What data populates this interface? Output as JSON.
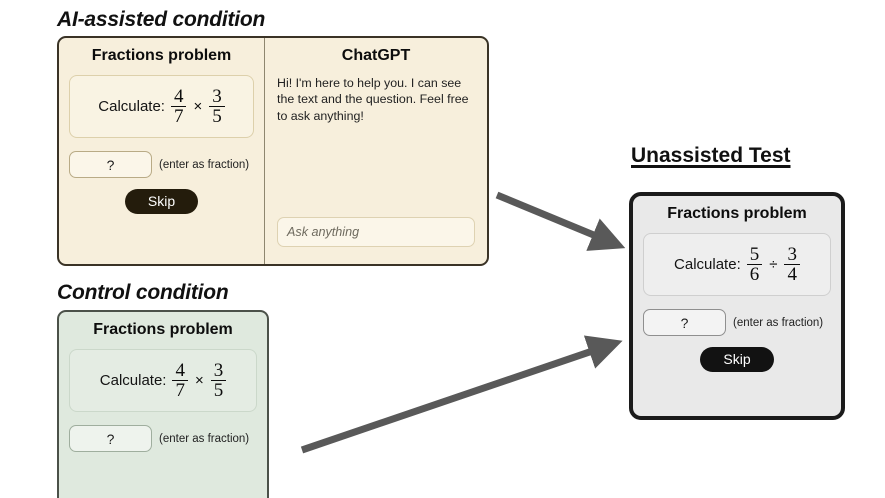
{
  "sections": {
    "ai_assisted": {
      "title": "AI-assisted condition",
      "problem_panel": {
        "heading": "Fractions problem",
        "calculate_label": "Calculate:",
        "fraction_a": {
          "numerator": "4",
          "denominator": "7"
        },
        "operator": "×",
        "fraction_b": {
          "numerator": "3",
          "denominator": "5"
        },
        "answer_value": "?",
        "answer_hint": "(enter as fraction)",
        "skip_label": "Skip"
      },
      "chat_panel": {
        "heading": "ChatGPT",
        "message": "Hi! I'm here to help you. I can see the text and the question. Feel free to ask anything!",
        "input_placeholder": "Ask anything"
      }
    },
    "control": {
      "title": "Control condition",
      "problem_panel": {
        "heading": "Fractions problem",
        "calculate_label": "Calculate:",
        "fraction_a": {
          "numerator": "4",
          "denominator": "7"
        },
        "operator": "×",
        "fraction_b": {
          "numerator": "3",
          "denominator": "5"
        },
        "answer_value": "?",
        "answer_hint": "(enter as fraction)"
      }
    },
    "unassisted_test": {
      "title": "Unassisted Test",
      "problem_panel": {
        "heading": "Fractions problem",
        "calculate_label": "Calculate:",
        "fraction_a": {
          "numerator": "5",
          "denominator": "6"
        },
        "operator": "÷",
        "fraction_b": {
          "numerator": "3",
          "denominator": "4"
        },
        "answer_value": "?",
        "answer_hint": "(enter as fraction)",
        "skip_label": "Skip"
      }
    }
  },
  "arrows": [
    {
      "name": "arrow-ai-to-test",
      "color": "#595959"
    },
    {
      "name": "arrow-control-to-test",
      "color": "#595959"
    }
  ],
  "colors": {
    "ai_panel_bg": "#f7efdc",
    "control_panel_bg": "#dfe9de",
    "test_panel_bg": "#e9e9e9",
    "skip_button_bg": "#121212",
    "arrow": "#595959",
    "page_bg": "#ffffff"
  }
}
